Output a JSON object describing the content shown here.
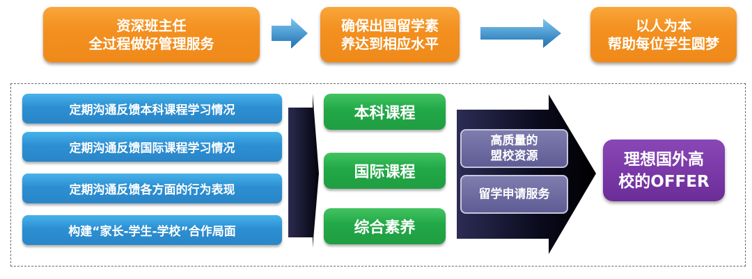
{
  "top_flow": [
    {
      "line1": "资深班主任",
      "line2": "全过程做好管理服务"
    },
    {
      "line1": "确保出国留学素",
      "line2": "养达到相应水平"
    },
    {
      "line1": "以人为本",
      "line2": "帮助每位学生圆梦"
    }
  ],
  "feedback_items": [
    "定期沟通反馈本科课程学习情况",
    "定期沟通反馈国际课程学习情况",
    "定期沟通反馈各方面的行为表现",
    "构建“家长-学生-学校”合作局面"
  ],
  "courses": [
    "本科课程",
    "国际课程",
    "综合素养"
  ],
  "resources": [
    {
      "line1": "高质量的",
      "line2": "盟校资源"
    },
    {
      "line1": "留学申请服务",
      "line2": ""
    }
  ],
  "goal": {
    "line1": "理想国外高",
    "line2": "校的OFFER"
  },
  "colors": {
    "orange": "#f39020",
    "blue": "#2c8fd2",
    "green": "#22a847",
    "slate": "#6a67a0",
    "purple": "#7a38a8",
    "dark_arrow": "#0b0b20"
  }
}
